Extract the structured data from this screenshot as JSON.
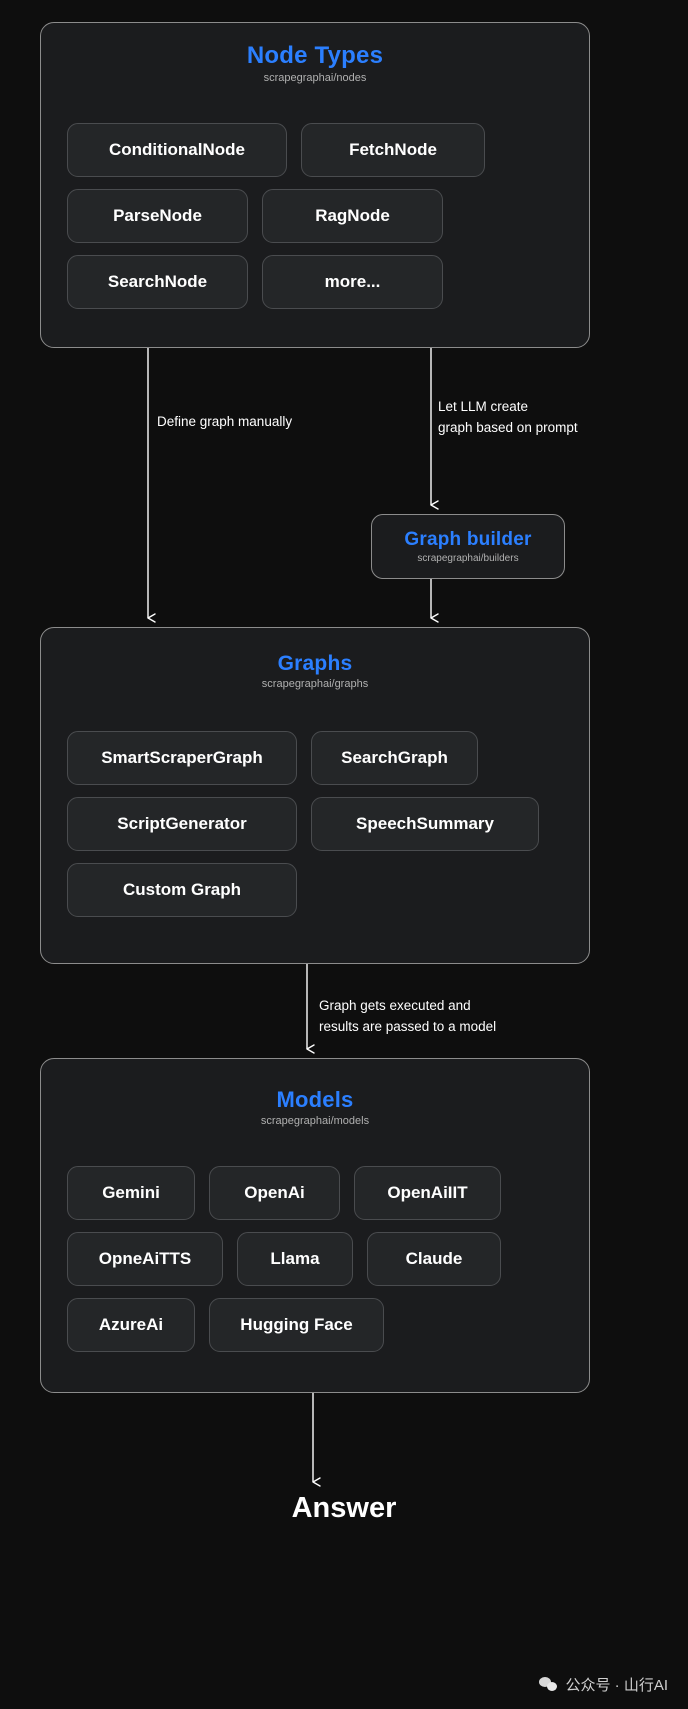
{
  "diagram": {
    "background_color": "#0e0e0e",
    "accent_color": "#2b7fff",
    "panel_color": "#1b1c1e",
    "chip_color": "#242628"
  },
  "node_types": {
    "title": "Node Types",
    "subtitle": "scrapegraphai/nodes",
    "rows": [
      [
        "ConditionalNode",
        "FetchNode"
      ],
      [
        "ParseNode",
        "RagNode"
      ],
      [
        "SearchNode",
        "more..."
      ]
    ]
  },
  "edges": {
    "manual_label": "Define graph manually",
    "llm_label": "Let LLM  create\ngraph based on prompt",
    "exec_label": "Graph gets executed and\nresults are passed to a model"
  },
  "graph_builder": {
    "title": "Graph builder",
    "subtitle": "scrapegraphai/builders"
  },
  "graphs": {
    "title": "Graphs",
    "subtitle": "scrapegraphai/graphs",
    "rows": [
      [
        "SmartScraperGraph",
        "SearchGraph"
      ],
      [
        "ScriptGenerator",
        "SpeechSummary"
      ],
      [
        "Custom Graph"
      ]
    ]
  },
  "models": {
    "title": "Models",
    "subtitle": "scrapegraphai/models",
    "rows": [
      [
        "Gemini",
        "OpenAi",
        "OpenAiIIT"
      ],
      [
        "OpneAiTTS",
        "Llama",
        "Claude"
      ],
      [
        "AzureAi",
        "Hugging Face"
      ]
    ]
  },
  "answer": {
    "label": "Answer"
  },
  "watermark": {
    "text": "公众号 · 山行AI"
  }
}
